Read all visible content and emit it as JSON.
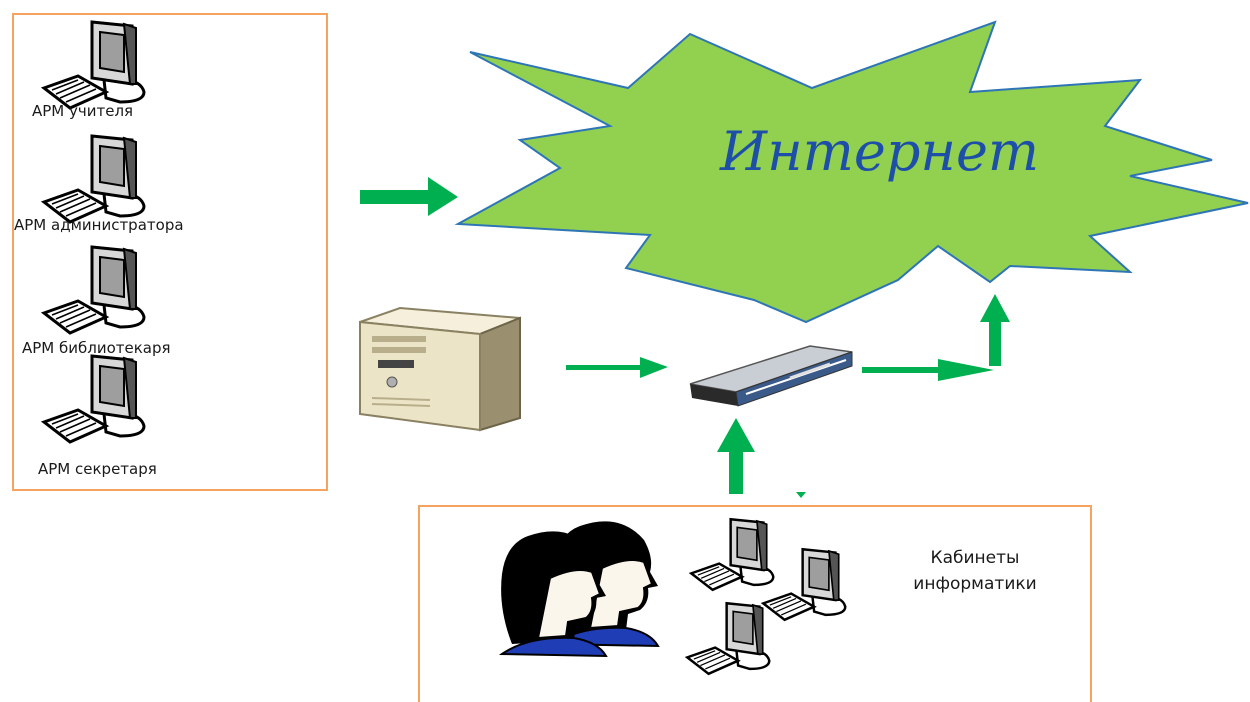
{
  "cloud": {
    "label": "Интернет"
  },
  "workstations": [
    {
      "label": "АРМ учителя"
    },
    {
      "label": "АРМ администратора"
    },
    {
      "label": "АРМ библиотекаря"
    },
    {
      "label": "АРМ секретаря"
    }
  ],
  "classroom": {
    "label_line1": "Кабинеты",
    "label_line2": "информатики"
  },
  "colors": {
    "arrow": "#00b050",
    "cloud_fill": "#92d050",
    "cloud_stroke": "#2e75b6",
    "panel_border": "#f4a460",
    "cloud_text": "#1e4fa8"
  }
}
